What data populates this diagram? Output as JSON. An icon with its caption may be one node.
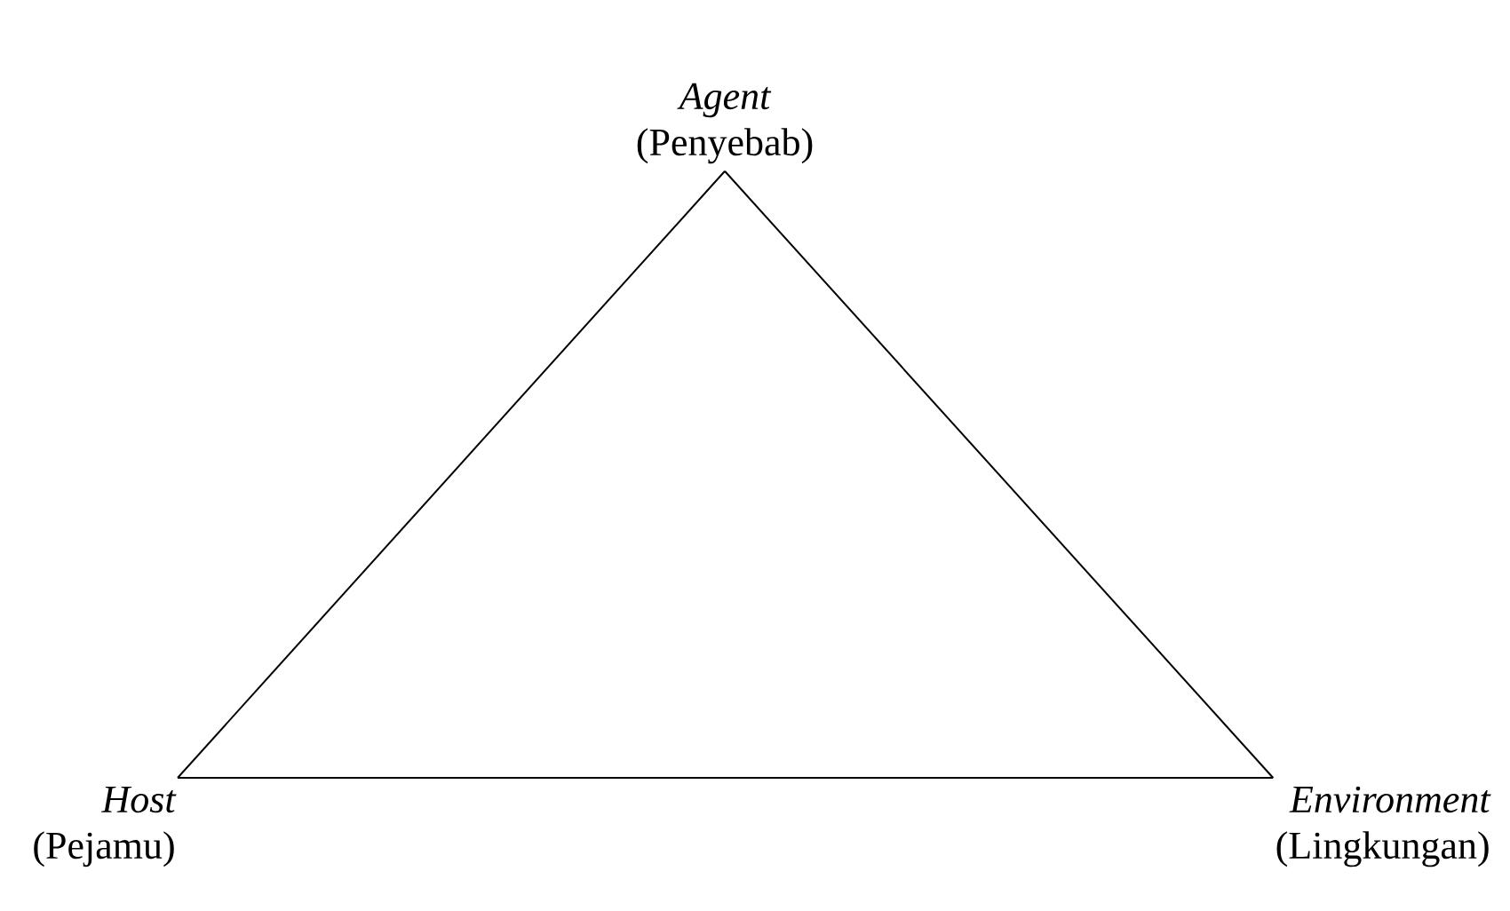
{
  "diagram": {
    "nodes": [
      {
        "text": [
          "Agent",
          "(Penyebab)"
        ]
      },
      {
        "text": [
          "Host",
          "(Pejamu)"
        ]
      },
      {
        "text": [
          "Environment",
          "(Lingkungan)"
        ]
      }
    ],
    "edges": [
      {
        "from": 0,
        "to": 1,
        "arrow": "none"
      },
      {
        "from": 1,
        "to": 2,
        "arrow": "none"
      },
      {
        "from": 0,
        "to": 2,
        "arrow": "none"
      }
    ]
  }
}
